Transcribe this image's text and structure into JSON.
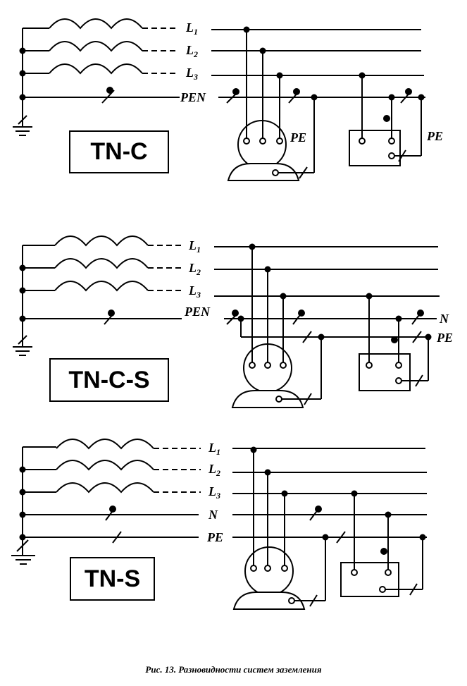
{
  "systems": [
    {
      "name": "TN-C",
      "conductors": [
        {
          "base": "L",
          "sub": "1"
        },
        {
          "base": "L",
          "sub": "2"
        },
        {
          "base": "L",
          "sub": "3"
        },
        {
          "base": "PEN",
          "sub": ""
        }
      ],
      "pe_labels": [
        "PE",
        "PE"
      ]
    },
    {
      "name": "TN-C-S",
      "conductors": [
        {
          "base": "L",
          "sub": "1"
        },
        {
          "base": "L",
          "sub": "2"
        },
        {
          "base": "L",
          "sub": "3"
        },
        {
          "base": "PEN",
          "sub": ""
        }
      ],
      "split_labels": [
        "N",
        "PE"
      ]
    },
    {
      "name": "TN-S",
      "conductors": [
        {
          "base": "L",
          "sub": "1"
        },
        {
          "base": "L",
          "sub": "2"
        },
        {
          "base": "L",
          "sub": "3"
        },
        {
          "base": "N",
          "sub": ""
        },
        {
          "base": "PE",
          "sub": ""
        }
      ]
    }
  ],
  "caption": "Рис. 13. Разновидности систем заземления"
}
